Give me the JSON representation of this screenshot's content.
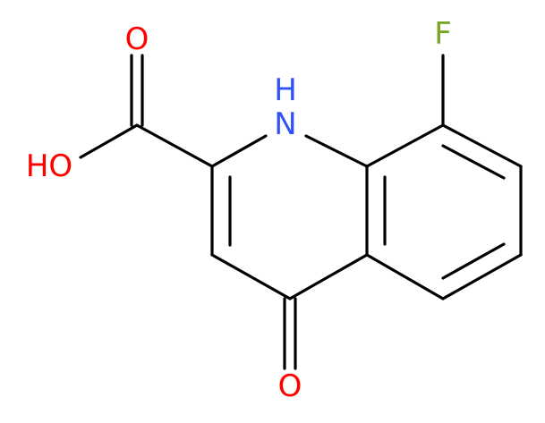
{
  "colors": {
    "background": "#ffffff",
    "carbon_bond": "#000000",
    "oxygen": "#ff0000",
    "nitrogen": "#3050f8",
    "fluorine": "#7aa52a"
  },
  "labels": {
    "o_carbonyl_acid": "O",
    "o_hydroxyl": "HO",
    "n_h": "H",
    "n": "N",
    "f": "F",
    "o_ketone": "O"
  }
}
